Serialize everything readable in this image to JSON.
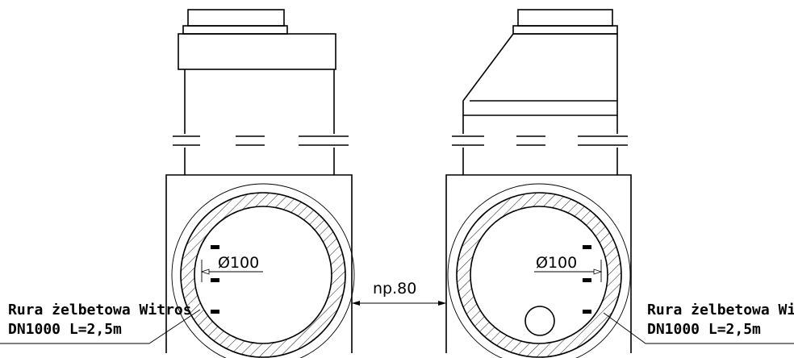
{
  "left_section": {
    "diameter_label": "Ø100",
    "pipe_label_line1": "Rura żelbetowa Witros",
    "pipe_label_line2": "DN1000 L=2,5m"
  },
  "right_section": {
    "diameter_label": "Ø100",
    "pipe_label_line1": "Rura żelbetowa Witros",
    "pipe_label_line2": "DN1000 L=2,5m"
  },
  "spacing_label": "np.80",
  "colors": {
    "line": "#000000",
    "background": "#ffffff"
  }
}
